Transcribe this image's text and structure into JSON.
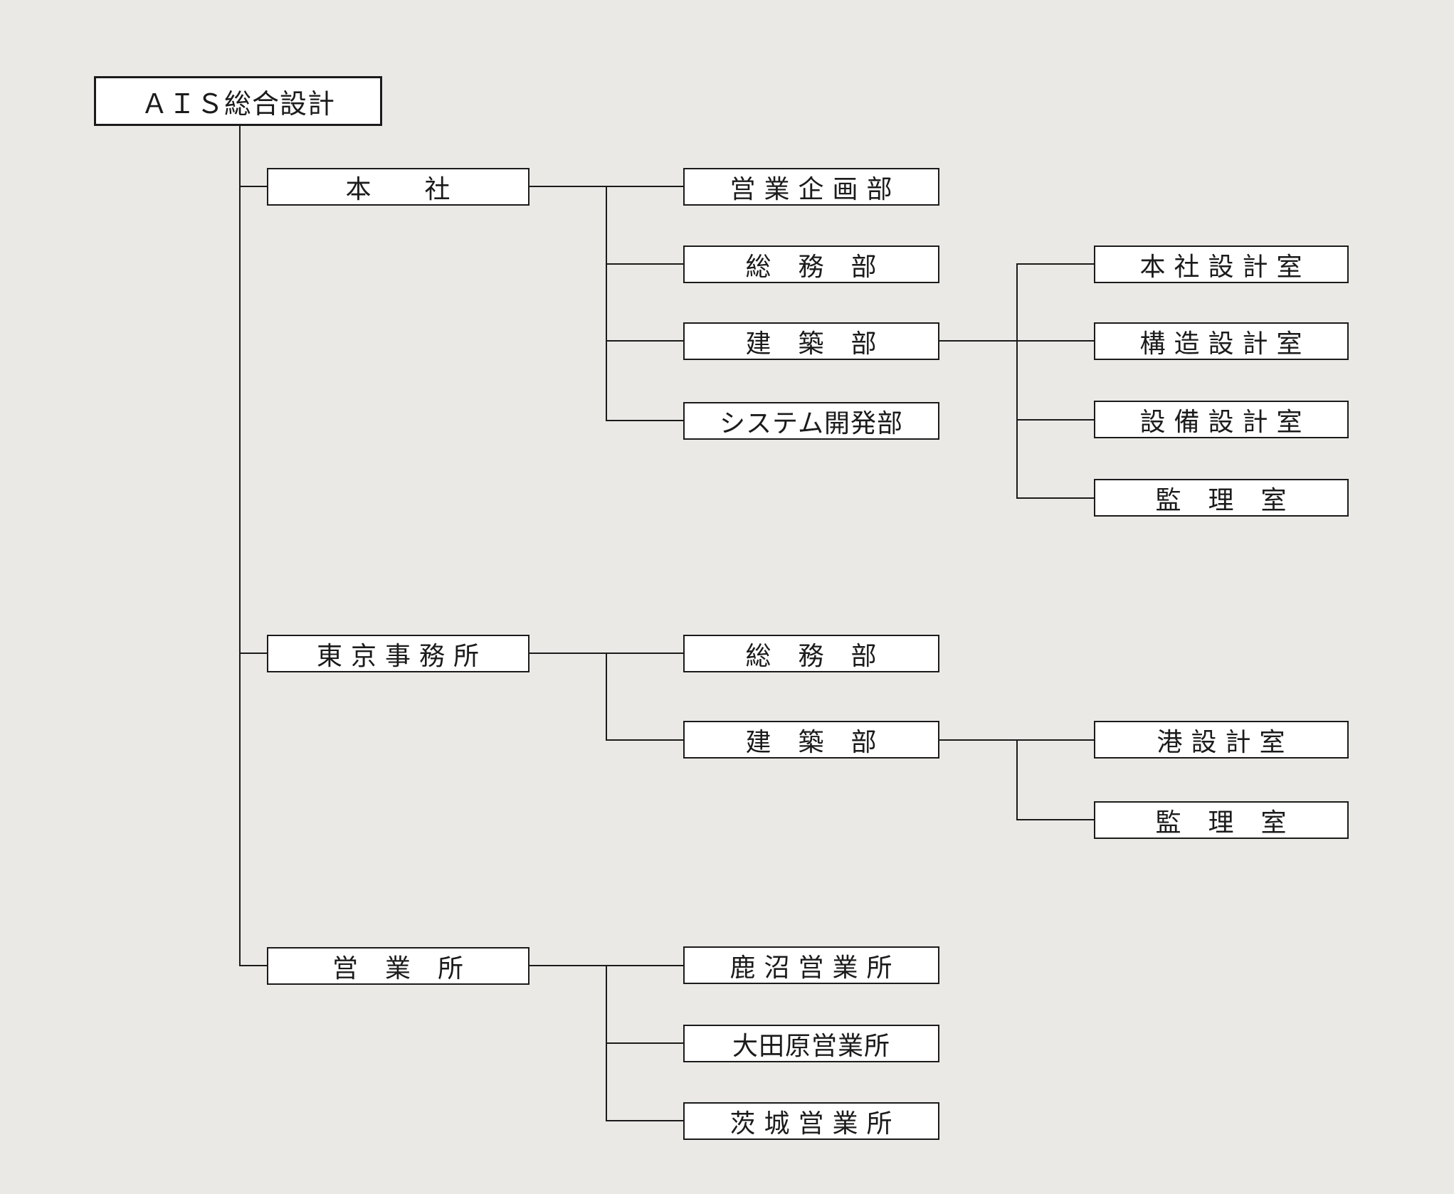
{
  "colors": {
    "background": "#eae9e6",
    "box_fill": "#ffffff",
    "box_border": "#1b1b1b",
    "connector": "#1b1b1b",
    "text": "#1b1b1b"
  },
  "nodes": {
    "root": "ＡＩＳ総合設計",
    "honsha": "本　　社",
    "eigyo_kikakubu": "営 業 企 画 部",
    "somubu_honsha": "総　務　部",
    "kenchikubu_honsha": "建　築　部",
    "system_kaihatsubu": "システム開発部",
    "honsha_sekkeishitsu": "本 社 設 計 室",
    "kozo_sekkeishitsu": "構 造 設 計 室",
    "setsubi_sekkeishitsu": "設 備 設 計 室",
    "kanrishitsu_honsha": "監　理　室",
    "tokyo_jimusho": "東 京 事 務 所",
    "somubu_tokyo": "総　務　部",
    "kenchikubu_tokyo": "建　築　部",
    "minato_sekkeishitsu": "港 設 計 室",
    "kanrishitsu_tokyo": "監　理　室",
    "eigyosho": "営　業　所",
    "kanuma_eigyosho": "鹿 沼 営 業 所",
    "otawara_eigyosho": "大田原営業所",
    "ibaraki_eigyosho": "茨 城 営 業 所"
  },
  "structure": {
    "root": "root",
    "children": [
      {
        "id": "honsha",
        "children": [
          {
            "id": "eigyo_kikakubu"
          },
          {
            "id": "somubu_honsha"
          },
          {
            "id": "kenchikubu_honsha",
            "children": [
              {
                "id": "honsha_sekkeishitsu"
              },
              {
                "id": "kozo_sekkeishitsu"
              },
              {
                "id": "setsubi_sekkeishitsu"
              },
              {
                "id": "kanrishitsu_honsha"
              }
            ]
          },
          {
            "id": "system_kaihatsubu"
          }
        ]
      },
      {
        "id": "tokyo_jimusho",
        "children": [
          {
            "id": "somubu_tokyo"
          },
          {
            "id": "kenchikubu_tokyo",
            "children": [
              {
                "id": "minato_sekkeishitsu"
              },
              {
                "id": "kanrishitsu_tokyo"
              }
            ]
          }
        ]
      },
      {
        "id": "eigyosho",
        "children": [
          {
            "id": "kanuma_eigyosho"
          },
          {
            "id": "otawara_eigyosho"
          },
          {
            "id": "ibaraki_eigyosho"
          }
        ]
      }
    ]
  }
}
